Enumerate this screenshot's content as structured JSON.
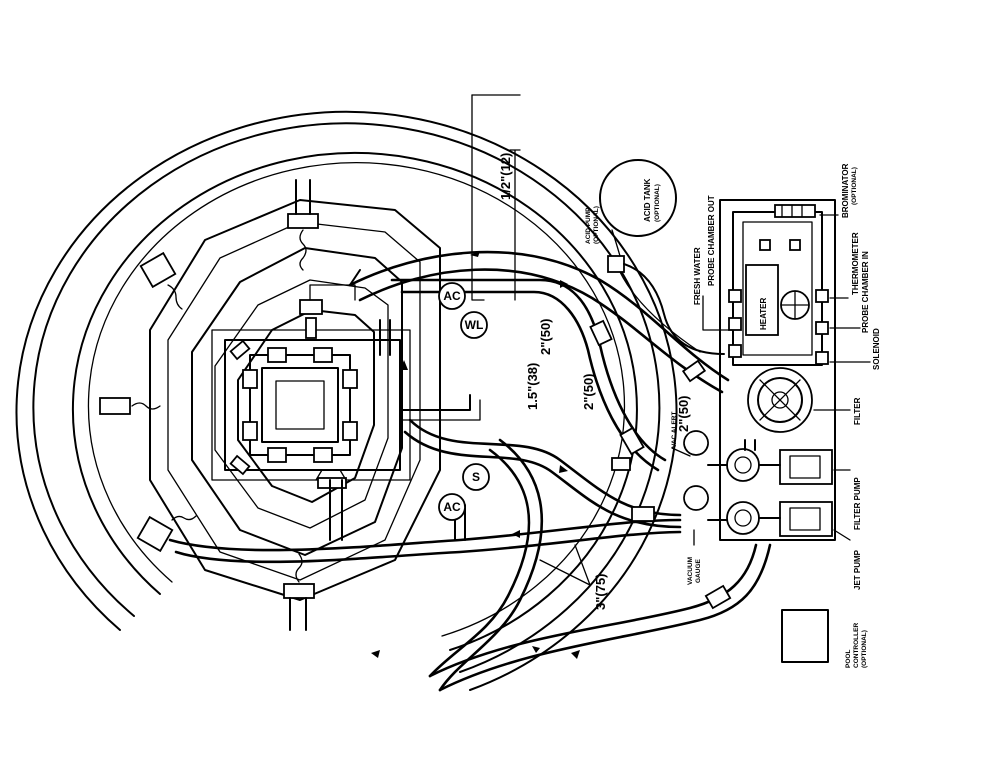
{
  "labels": {
    "acid_tank": "ACID TANK",
    "acid_tank_optional": "(OPTIONAL)",
    "acid_pump": "ACID PUMP",
    "acid_pump_optional": "(OPTIONAL)",
    "brominator": "BROMINATOR",
    "brominator_optional": "(OPTIONAL)",
    "probe_chamber_out": "PROBE CHAMBER OUT",
    "fresh_water": "FRESH WATER",
    "thermometer": "THERMOMETER",
    "probe_chamber_in": "PROBE CHAMBER IN",
    "heater": "HEATER",
    "solenoid": "SOLENOID",
    "filter": "FILTER",
    "filter_pump": "FILTER PUMP",
    "jet_pump": "JET PUMP",
    "vac_alert": "VAC ALERT",
    "vacuum_gauge_1": "VACUUM",
    "vacuum_gauge_2": "GAUGE",
    "pool_controller_1": "POOL",
    "pool_controller_2": "CONTROLLER",
    "pool_controller_3": "(OPTIONAL)",
    "size_half": "1/2\"(12)",
    "size_2_a": "2\"(50)",
    "size_2_b": "2\"(50)",
    "size_2_c": "2\"(50)",
    "size_1_5": "1.5\"(38)",
    "size_3": "3\"(75)",
    "ac_top": "AC",
    "ac_bottom": "AC",
    "wl": "WL",
    "s": "S"
  }
}
